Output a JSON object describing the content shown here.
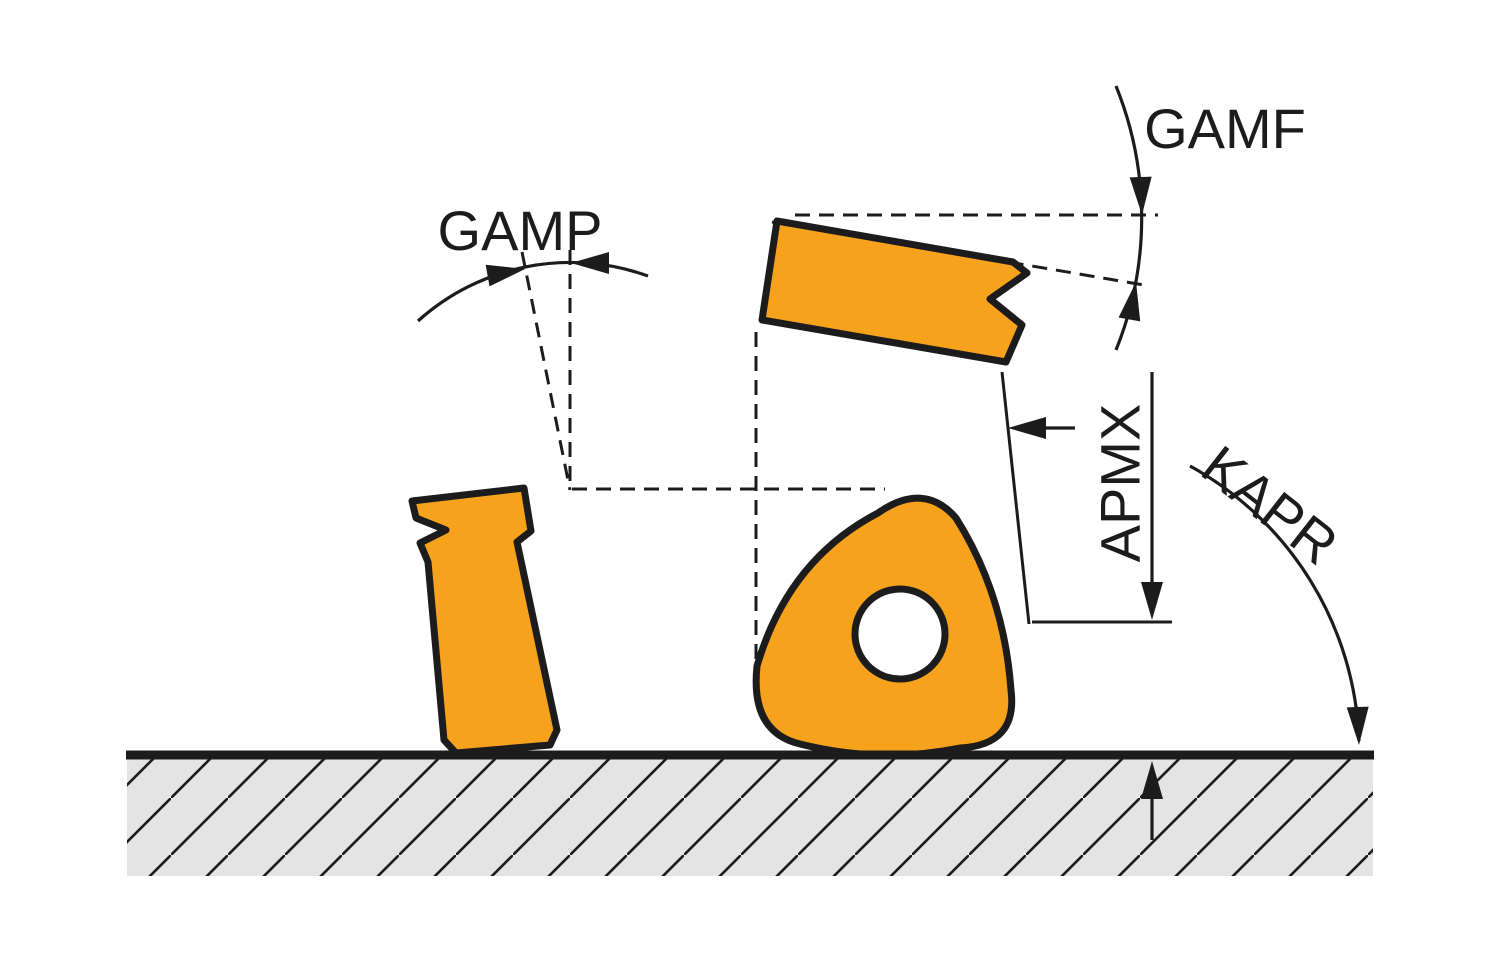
{
  "diagram": {
    "labels": {
      "gamp": "GAMP",
      "gamf": "GAMF",
      "apmx": "APMX",
      "kapr": "KAPR"
    },
    "colors": {
      "insert_fill": "#F6A21C",
      "outline": "#1C1C1C",
      "ground_fill": "#E4E4E4",
      "hole_fill": "#FFFFFF",
      "background": "#FFFFFF"
    }
  }
}
